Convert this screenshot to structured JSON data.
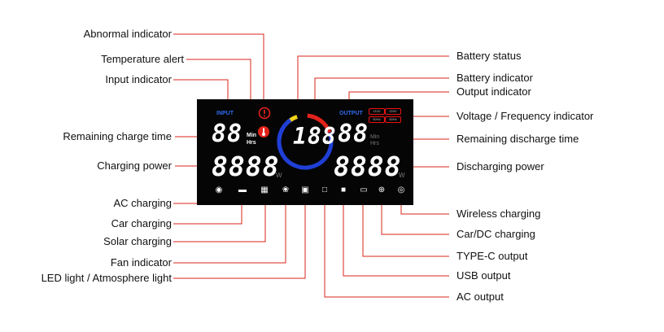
{
  "labels": {
    "abnormal": "Abnormal indicator",
    "temperature": "Temperature alert",
    "input": "Input indicator",
    "remaining_charge": "Remaining charge time",
    "charging_power": "Charging power",
    "ac_charging": "AC charging",
    "car_charging": "Car charging",
    "solar_charging": "Solar charging",
    "fan": "Fan indicator",
    "led": "LED light / Atmosphere light",
    "battery_status": "Battery status",
    "battery_indicator": "Battery indicator",
    "output_indicator": "Output indicator",
    "voltage_freq": "Voltage / Frequency indicator",
    "remaining_discharge": "Remaining discharge time",
    "discharging_power": "Discharging power",
    "wireless": "Wireless charging",
    "car_dc": "Car/DC charging",
    "typec": "TYPE-C output",
    "usb": "USB output",
    "ac_output": "AC output"
  },
  "display": {
    "input_text": "INPUT",
    "output_text": "OUTPUT",
    "charge_time": "88",
    "discharge_time": "88",
    "min": "Min",
    "hrs": "Hrs",
    "battery_pct": "188",
    "pct_sign": "%",
    "charge_power": "8888",
    "discharge_power": "8888",
    "watt": "W",
    "voltage_boxes": [
      "110V",
      "220V",
      "50Hz",
      "60Hz"
    ]
  },
  "colors": {
    "leader": "#d9241b",
    "ring_blue": "#1f3fd6",
    "ring_red": "#e3231b",
    "ring_yellow": "#f2d21b",
    "label_blue": "#2f6cf0"
  }
}
